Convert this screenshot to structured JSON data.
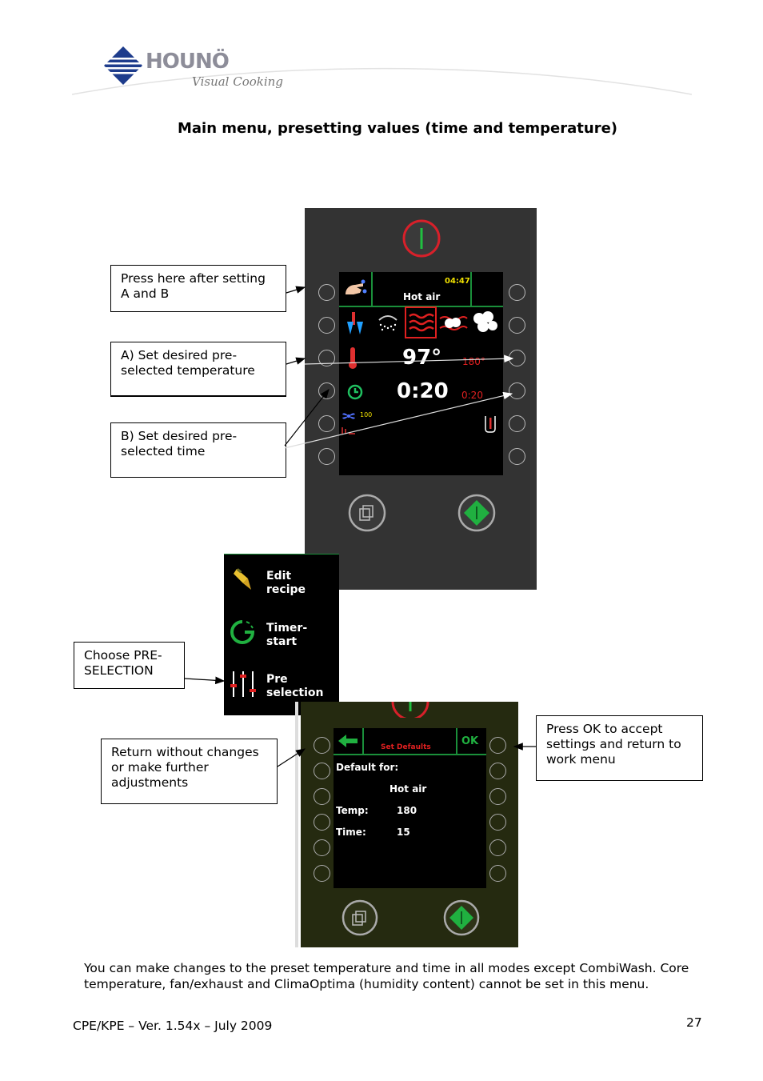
{
  "header": {
    "logo_name": "HOUNÖ",
    "logo_tagline": "Visual Cooking",
    "brand_color": "#1e3c8c"
  },
  "page_title": "Main menu, presetting values (time and temperature)",
  "callouts": {
    "press_here": "Press here after setting A and B",
    "set_temp": "A) Set desired pre-selected temperature",
    "set_time": "B) Set desired pre-selected time",
    "choose_preselection": "Choose PRE-SELECTION",
    "return": "Return without changes or make further adjustments",
    "press_ok": "Press OK to accept settings and return to work menu"
  },
  "screen1": {
    "clock": "04:47",
    "mode": "Hot air",
    "temperature": "97°",
    "temperature_set": "180°",
    "time": "0:20",
    "time_set": "0:20",
    "fan_value": "100",
    "icons": [
      "hand-icon",
      "cool-down-icon",
      "shower-icon",
      "hot-air-icon",
      "combi-icon",
      "steam-icon",
      "thermometer-icon",
      "clock-icon",
      "fan-icon",
      "core-probe-icon"
    ]
  },
  "menu": {
    "items": [
      {
        "label": "Edit\nrecipe",
        "icon": "pen-icon"
      },
      {
        "label": "Timer-\nstart",
        "icon": "timer-icon"
      },
      {
        "label": "Pre\nselection",
        "icon": "sliders-icon"
      }
    ]
  },
  "screen2": {
    "title": "Set Defaults",
    "ok": "OK",
    "default_for_label": "Default for:",
    "mode": "Hot air",
    "temp_label": "Temp:",
    "temp_value": "180",
    "time_label": "Time:",
    "time_value": "15"
  },
  "body_text": "You can make changes to the preset temperature and time in all modes except CombiWash. Core temperature, fan/exhaust and ClimaOptima (humidity content) cannot be set in this menu.",
  "footer": {
    "version": "CPE/KPE – Ver. 1.54x – July 2009",
    "page_number": "27"
  }
}
